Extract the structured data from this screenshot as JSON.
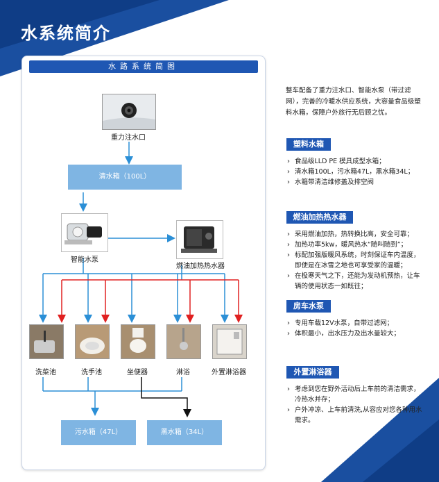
{
  "page_title": "水系统简介",
  "diagram": {
    "header": "水路系统简图",
    "nodes": {
      "inlet": "重力注水口",
      "clean_tank": "清水箱（100L）",
      "pump": "智能水泵",
      "heater": "燃油加热热水器",
      "kitchen_sink": "洗菜池",
      "hand_basin": "洗手池",
      "toilet": "坐便器",
      "shower": "淋浴",
      "outdoor_shower": "外置淋浴器",
      "grey_tank": "污水箱（47L）",
      "black_tank": "黑水箱（34L）"
    },
    "colors": {
      "cold": "#2b8fd6",
      "hot": "#e02020",
      "black": "#111111"
    }
  },
  "intro": "整车配备了重力注水口、智能水泵（带过滤网），完善的冷暖水供应系统，大容量食品级塑料水箱，保障户外旅行无后顾之忧。",
  "sections": [
    {
      "title": "塑料水箱",
      "items": [
        "食品级LLD PE 模具成型水箱；",
        "清水箱100L，污水箱47L，黑水箱34L；",
        "水箱带清洁维修盖及排空阀"
      ]
    },
    {
      "title": "燃油加热热水器",
      "items": [
        "采用燃油加热，热转换比高，安全可靠；",
        "加热功率5kw，暖风热水“随叫随到”；",
        "标配加强版暖风系统，时刻保证车内温度，即使是在冰雪之地也可享受家的温暖；",
        "在极寒天气之下，还能为发动机预热，让车辆的使用状态一如既往；"
      ]
    },
    {
      "title": "房车水泵",
      "items": [
        "专用车载12V水泵，自带过滤网；",
        "体积最小，出水压力及出水量较大；"
      ]
    },
    {
      "title": "外置淋浴器",
      "items": [
        "考虑到您在野外活动后上车前的清洁需求，冷热水并存；",
        "户外冲凉、上车前清洗,从容应对您各种用水需求。"
      ]
    }
  ]
}
